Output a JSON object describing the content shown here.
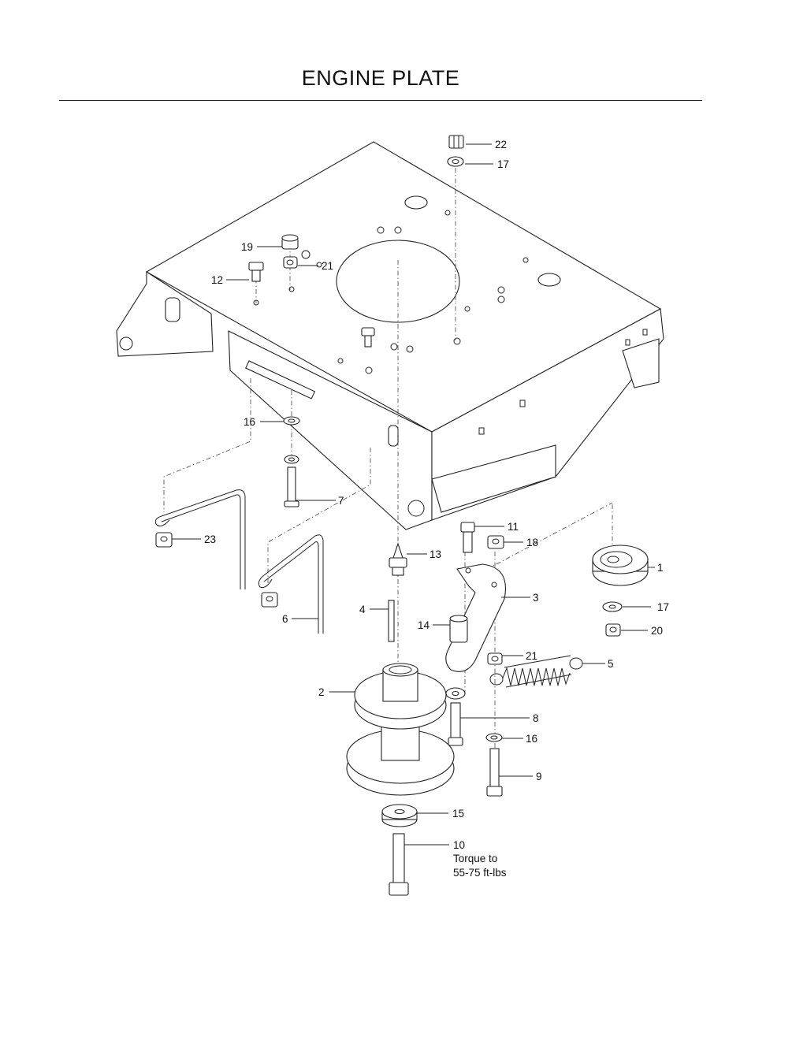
{
  "header": {
    "title": "ENGINE PLATE"
  },
  "callouts": [
    {
      "id": "22",
      "text": "22"
    },
    {
      "id": "17a",
      "text": "17"
    },
    {
      "id": "19",
      "text": "19"
    },
    {
      "id": "21a",
      "text": "21"
    },
    {
      "id": "12",
      "text": "12"
    },
    {
      "id": "16a",
      "text": "16"
    },
    {
      "id": "7",
      "text": "7"
    },
    {
      "id": "23",
      "text": "23"
    },
    {
      "id": "6",
      "text": "6"
    },
    {
      "id": "13",
      "text": "13"
    },
    {
      "id": "4",
      "text": "4"
    },
    {
      "id": "11",
      "text": "11"
    },
    {
      "id": "18",
      "text": "18"
    },
    {
      "id": "3",
      "text": "3"
    },
    {
      "id": "1",
      "text": "1"
    },
    {
      "id": "17b",
      "text": "17"
    },
    {
      "id": "20",
      "text": "20"
    },
    {
      "id": "14",
      "text": "14"
    },
    {
      "id": "21b",
      "text": "21"
    },
    {
      "id": "5",
      "text": "5"
    },
    {
      "id": "2",
      "text": "2"
    },
    {
      "id": "8",
      "text": "8"
    },
    {
      "id": "16b",
      "text": "16"
    },
    {
      "id": "9",
      "text": "9"
    },
    {
      "id": "15",
      "text": "15"
    },
    {
      "id": "10",
      "text": "10"
    }
  ],
  "notes": {
    "torque_line1": "Torque to",
    "torque_line2": "55-75 ft-lbs"
  }
}
